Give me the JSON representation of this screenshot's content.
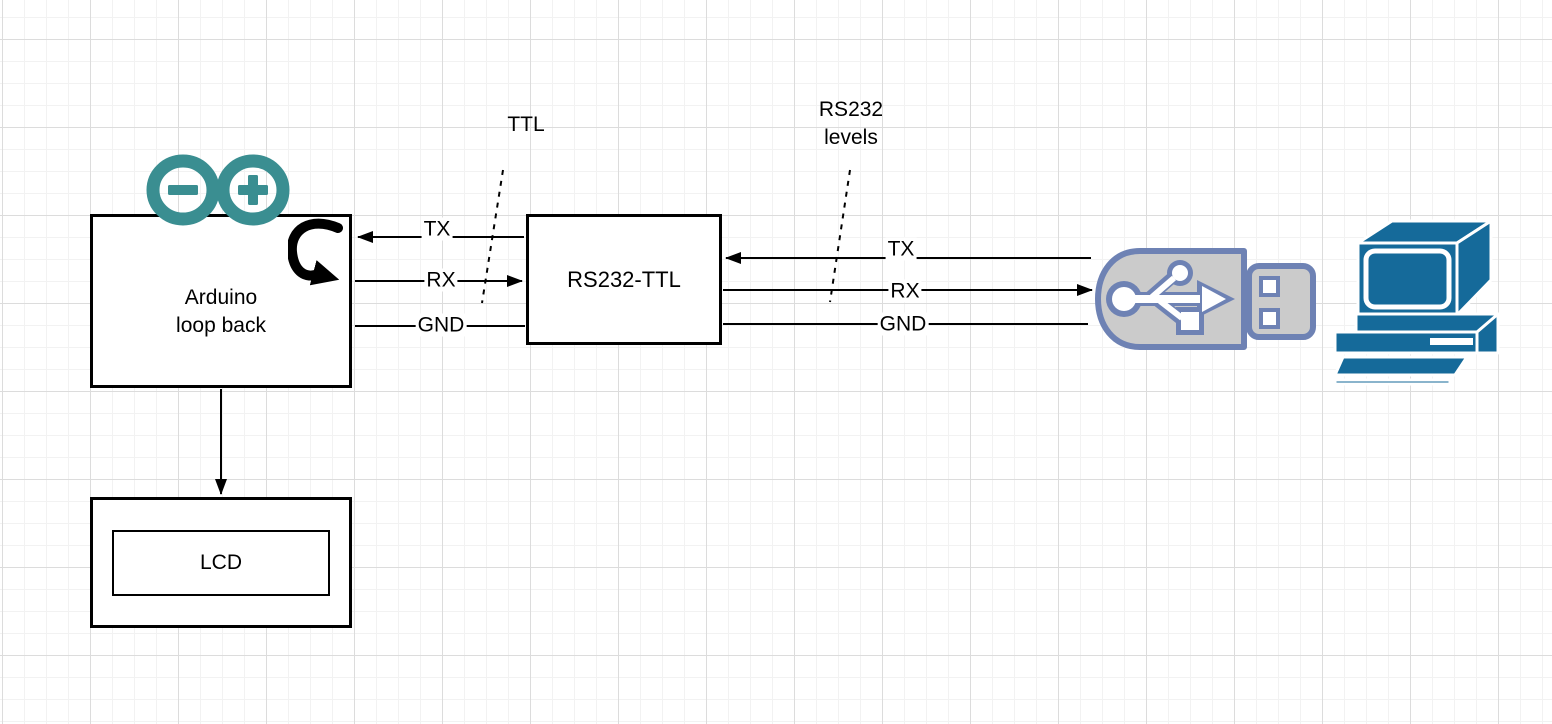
{
  "diagram": {
    "nodes": {
      "arduino": {
        "line1": "Arduino",
        "line2": "loop back"
      },
      "converter": {
        "label": "RS232-TTL"
      },
      "lcd": {
        "label": "LCD"
      }
    },
    "wire_labels": {
      "left_tx": "TX",
      "left_rx": "RX",
      "left_gnd": "GND",
      "right_tx": "TX",
      "right_rx": "RX",
      "right_gnd": "GND"
    },
    "annotations": {
      "ttl": "TTL",
      "rs232_line1": "RS232",
      "rs232_line2": "levels"
    },
    "icons": {
      "arduino_logo": "arduino-infinity-logo",
      "loopback_arrow": "loopback-curved-arrow",
      "usb": "usb-plug",
      "computer": "desktop-computer"
    },
    "colors": {
      "arduino_teal": "#3a8e91",
      "usb_outline": "#6e82b4",
      "usb_fill": "#cbcbcb",
      "computer_blue": "#156a9a",
      "stroke": "#000000",
      "grid_minor": "#f2f2f2",
      "grid_major": "#dcdcdc"
    }
  }
}
